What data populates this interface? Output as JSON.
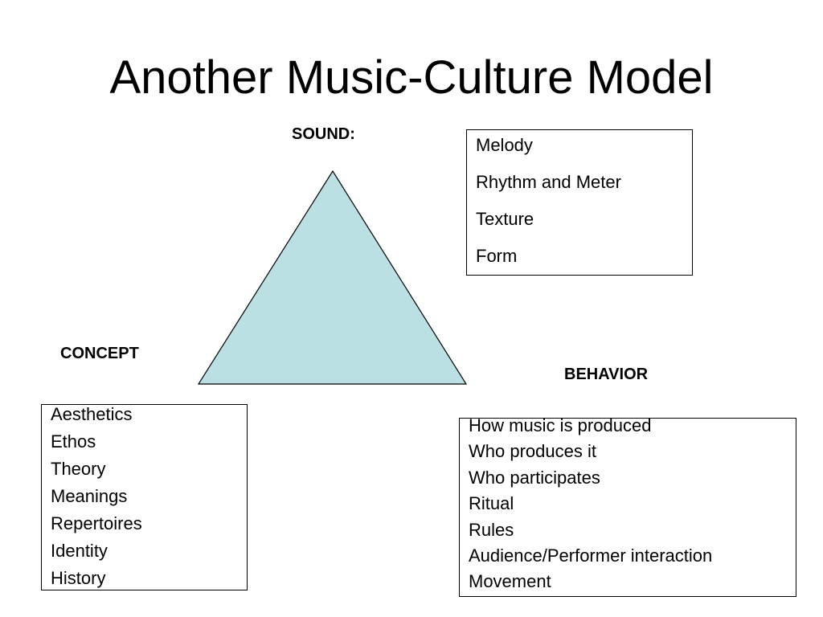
{
  "title": "Another Music-Culture Model",
  "vertices": {
    "sound": "SOUND:",
    "concept": "CONCEPT",
    "behavior": "BEHAVIOR"
  },
  "colors": {
    "triangle_fill": "#bae0e4",
    "stroke": "#000000"
  },
  "sound_items": [
    "Melody",
    "Rhythm and Meter",
    "Texture",
    "Form"
  ],
  "concept_items": [
    "Aesthetics",
    "Ethos",
    "Theory",
    "Meanings",
    "Repertoires",
    "Identity",
    "History"
  ],
  "behavior_items": [
    "How music is produced",
    "Who produces it",
    "Who participates",
    "Ritual",
    "Rules",
    "Audience/Performer interaction",
    "Movement"
  ]
}
